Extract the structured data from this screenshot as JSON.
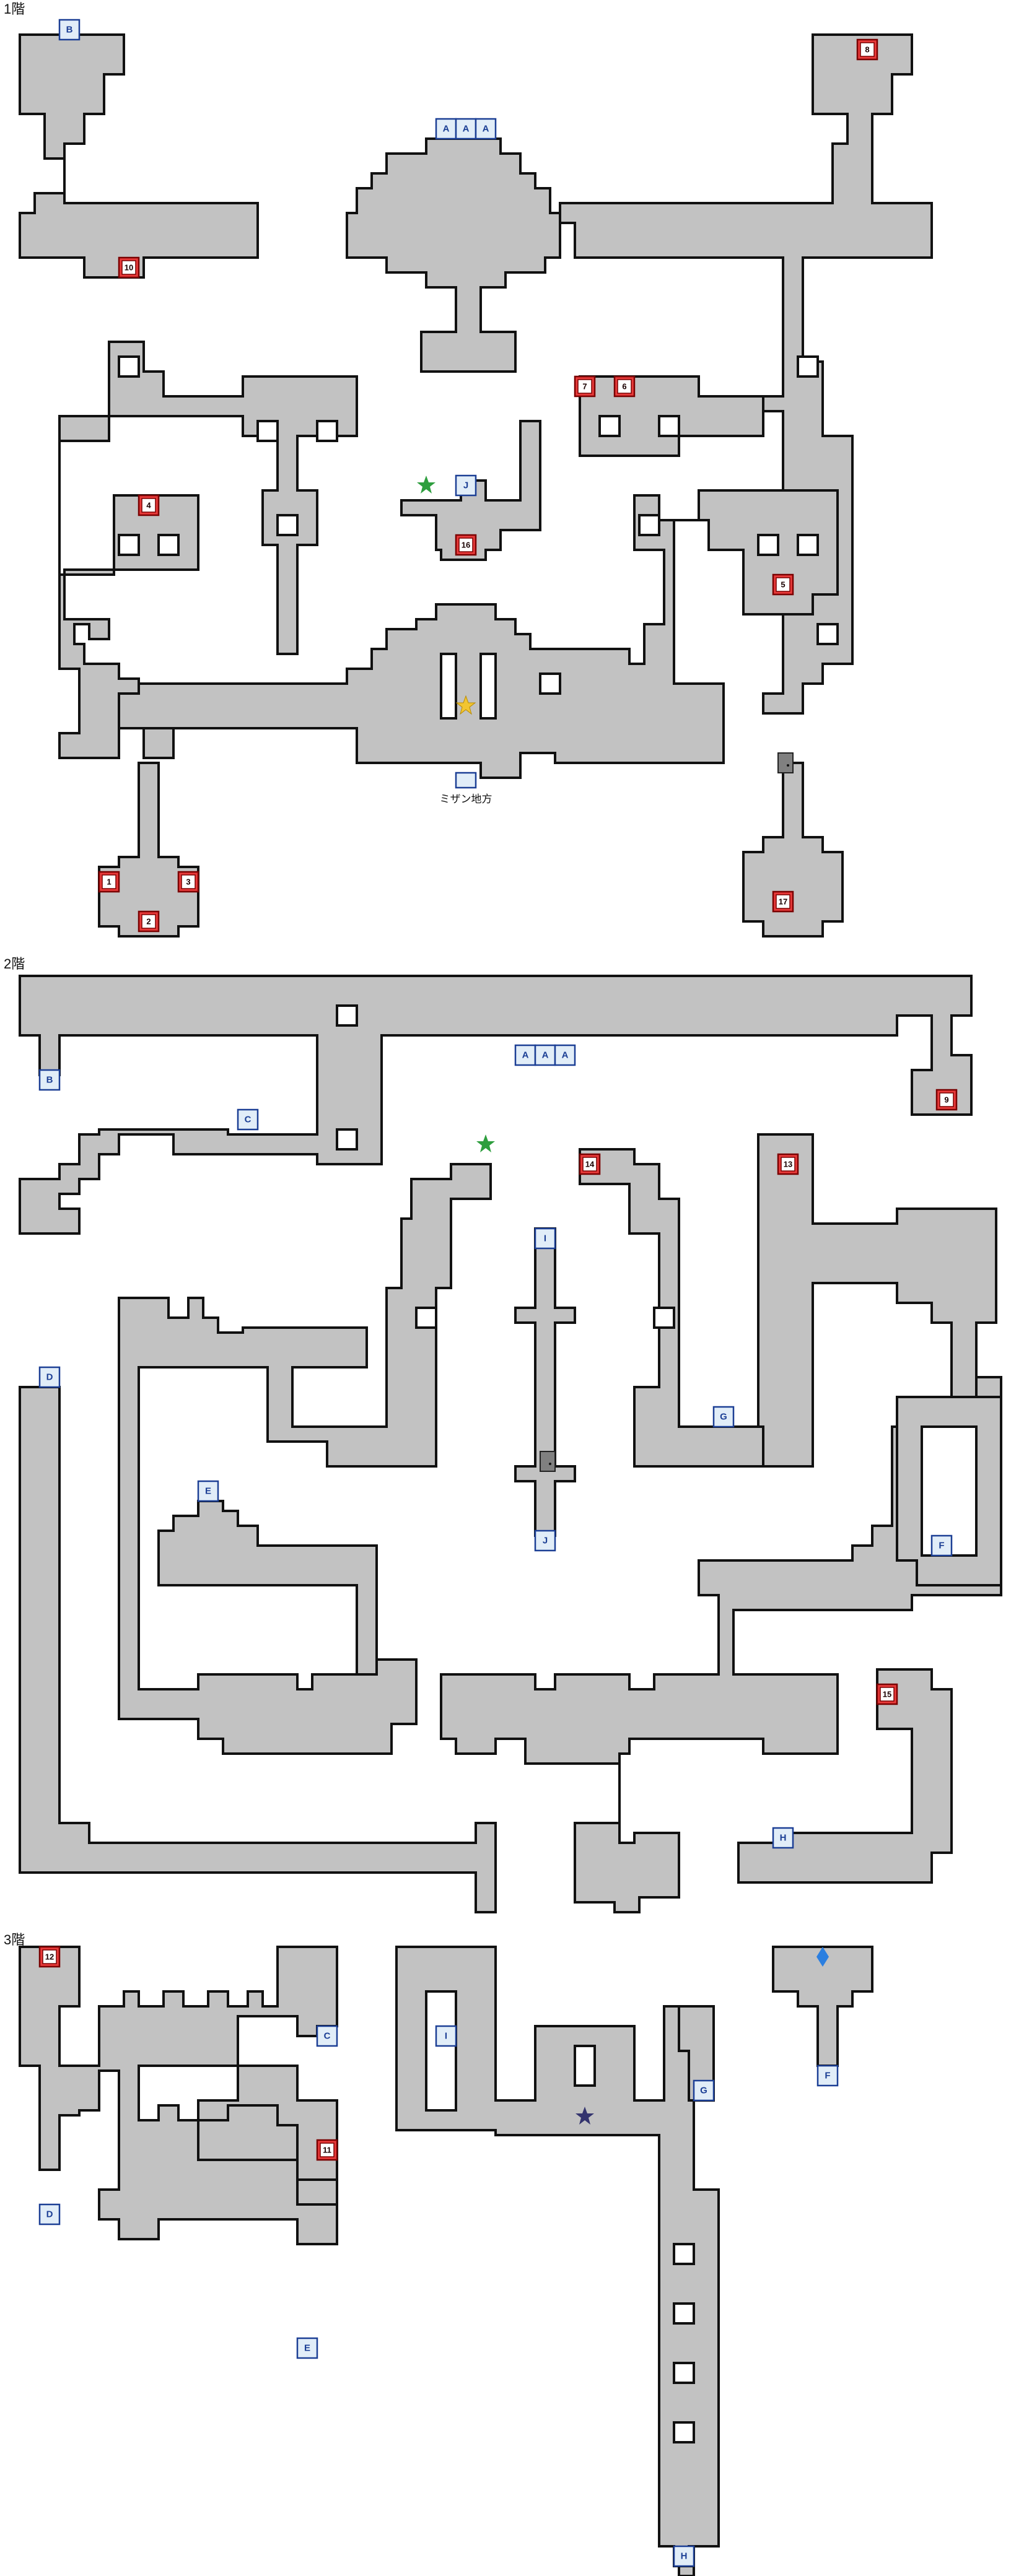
{
  "floors": [
    {
      "key": "f1",
      "label": "1階"
    },
    {
      "key": "f2",
      "label": "2階"
    },
    {
      "key": "f3",
      "label": "3階"
    }
  ],
  "area_label": "ミザン地方",
  "colors": {
    "floor_fill": "#c2c2c2",
    "wall": "#111111",
    "link_fill": "#e1edf8",
    "link_border": "#1c3f95",
    "chest_fill": "#e83a3a",
    "star_green": "#2e9e3e",
    "star_yellow": "#f2c531",
    "star_navy": "#33336e",
    "diamond_blue": "#2b7fe0"
  },
  "f1": {
    "links": [
      "B",
      "A",
      "A",
      "A",
      "J"
    ],
    "chests": [
      "10",
      "8",
      "7",
      "6",
      "4",
      "16",
      "5",
      "1",
      "3",
      "2",
      "17"
    ],
    "markers": [
      "star-green",
      "star-yellow",
      "stair-icon"
    ]
  },
  "f2": {
    "links": [
      "B",
      "A",
      "A",
      "A",
      "C",
      "I",
      "D",
      "G",
      "J",
      "E",
      "F",
      "H"
    ],
    "chests": [
      "9",
      "14",
      "13",
      "15"
    ],
    "markers": [
      "star-green",
      "stair-icon"
    ]
  },
  "f3": {
    "links": [
      "C",
      "I",
      "G",
      "F",
      "D",
      "E",
      "H"
    ],
    "chests": [
      "12",
      "11"
    ],
    "markers": [
      "star-navy",
      "diamond-blue"
    ]
  }
}
